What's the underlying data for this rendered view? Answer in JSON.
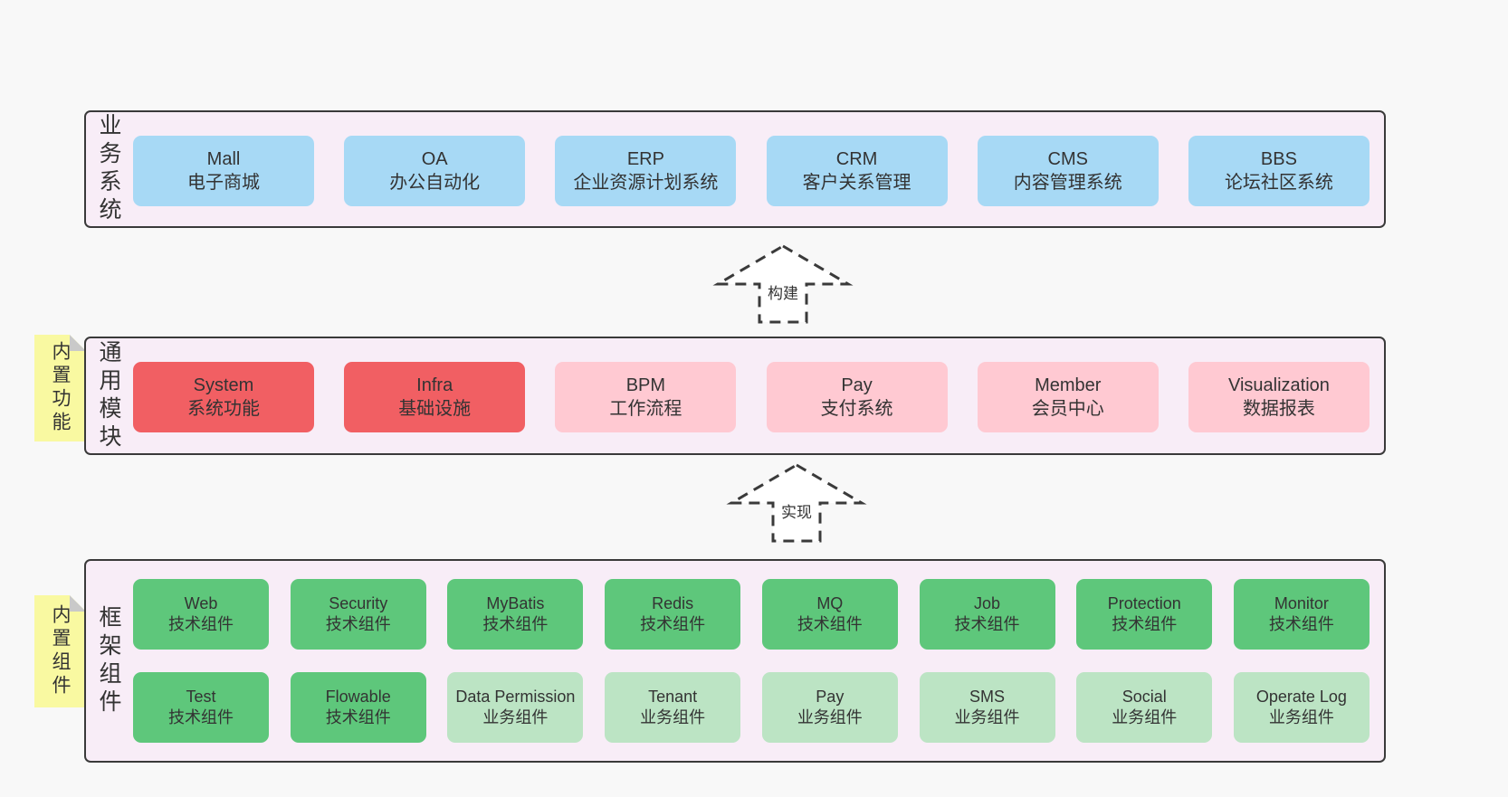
{
  "colors": {
    "bg": "#f8f8f8",
    "band-fill": "#f8edf7",
    "band-border": "#3a3a3a",
    "blue": "#a7d9f5",
    "red": "#f15f63",
    "pink": "#ffc9d2",
    "green": "#5ec77b",
    "green-light": "#bce4c4",
    "yellow": "#f9f9a1",
    "fold": "#c9c9c9",
    "arrow-fill": "#ffffff",
    "text": "#333333"
  },
  "arrows": [
    {
      "label": "构建"
    },
    {
      "label": "实现"
    }
  ],
  "bands": [
    {
      "label": "业务系统",
      "rows": [
        [
          {
            "title": "Mall",
            "subtitle": "电子商城",
            "tone": "blue"
          },
          {
            "title": "OA",
            "subtitle": "办公自动化",
            "tone": "blue"
          },
          {
            "title": "ERP",
            "subtitle": "企业资源计划系统",
            "tone": "blue"
          },
          {
            "title": "CRM",
            "subtitle": "客户关系管理",
            "tone": "blue"
          },
          {
            "title": "CMS",
            "subtitle": "内容管理系统",
            "tone": "blue"
          },
          {
            "title": "BBS",
            "subtitle": "论坛社区系统",
            "tone": "blue"
          }
        ]
      ]
    },
    {
      "label": "通用模块",
      "sticky": "内置功能",
      "rows": [
        [
          {
            "title": "System",
            "subtitle": "系统功能",
            "tone": "red"
          },
          {
            "title": "Infra",
            "subtitle": "基础设施",
            "tone": "red"
          },
          {
            "title": "BPM",
            "subtitle": "工作流程",
            "tone": "pink"
          },
          {
            "title": "Pay",
            "subtitle": "支付系统",
            "tone": "pink"
          },
          {
            "title": "Member",
            "subtitle": "会员中心",
            "tone": "pink"
          },
          {
            "title": "Visualization",
            "subtitle": "数据报表",
            "tone": "pink"
          }
        ]
      ]
    },
    {
      "label": "框架组件",
      "sticky": "内置组件",
      "rows": [
        [
          {
            "title": "Web",
            "subtitle": "技术组件",
            "tone": "green"
          },
          {
            "title": "Security",
            "subtitle": "技术组件",
            "tone": "green"
          },
          {
            "title": "MyBatis",
            "subtitle": "技术组件",
            "tone": "green"
          },
          {
            "title": "Redis",
            "subtitle": "技术组件",
            "tone": "green"
          },
          {
            "title": "MQ",
            "subtitle": "技术组件",
            "tone": "green"
          },
          {
            "title": "Job",
            "subtitle": "技术组件",
            "tone": "green"
          },
          {
            "title": "Protection",
            "subtitle": "技术组件",
            "tone": "green"
          },
          {
            "title": "Monitor",
            "subtitle": "技术组件",
            "tone": "green"
          }
        ],
        [
          {
            "title": "Test",
            "subtitle": "技术组件",
            "tone": "green"
          },
          {
            "title": "Flowable",
            "subtitle": "技术组件",
            "tone": "green"
          },
          {
            "title": "Data Permission",
            "subtitle": "业务组件",
            "tone": "green-light"
          },
          {
            "title": "Tenant",
            "subtitle": "业务组件",
            "tone": "green-light"
          },
          {
            "title": "Pay",
            "subtitle": "业务组件",
            "tone": "green-light"
          },
          {
            "title": "SMS",
            "subtitle": "业务组件",
            "tone": "green-light"
          },
          {
            "title": "Social",
            "subtitle": "业务组件",
            "tone": "green-light"
          },
          {
            "title": "Operate Log",
            "subtitle": "业务组件",
            "tone": "green-light"
          }
        ]
      ]
    }
  ]
}
